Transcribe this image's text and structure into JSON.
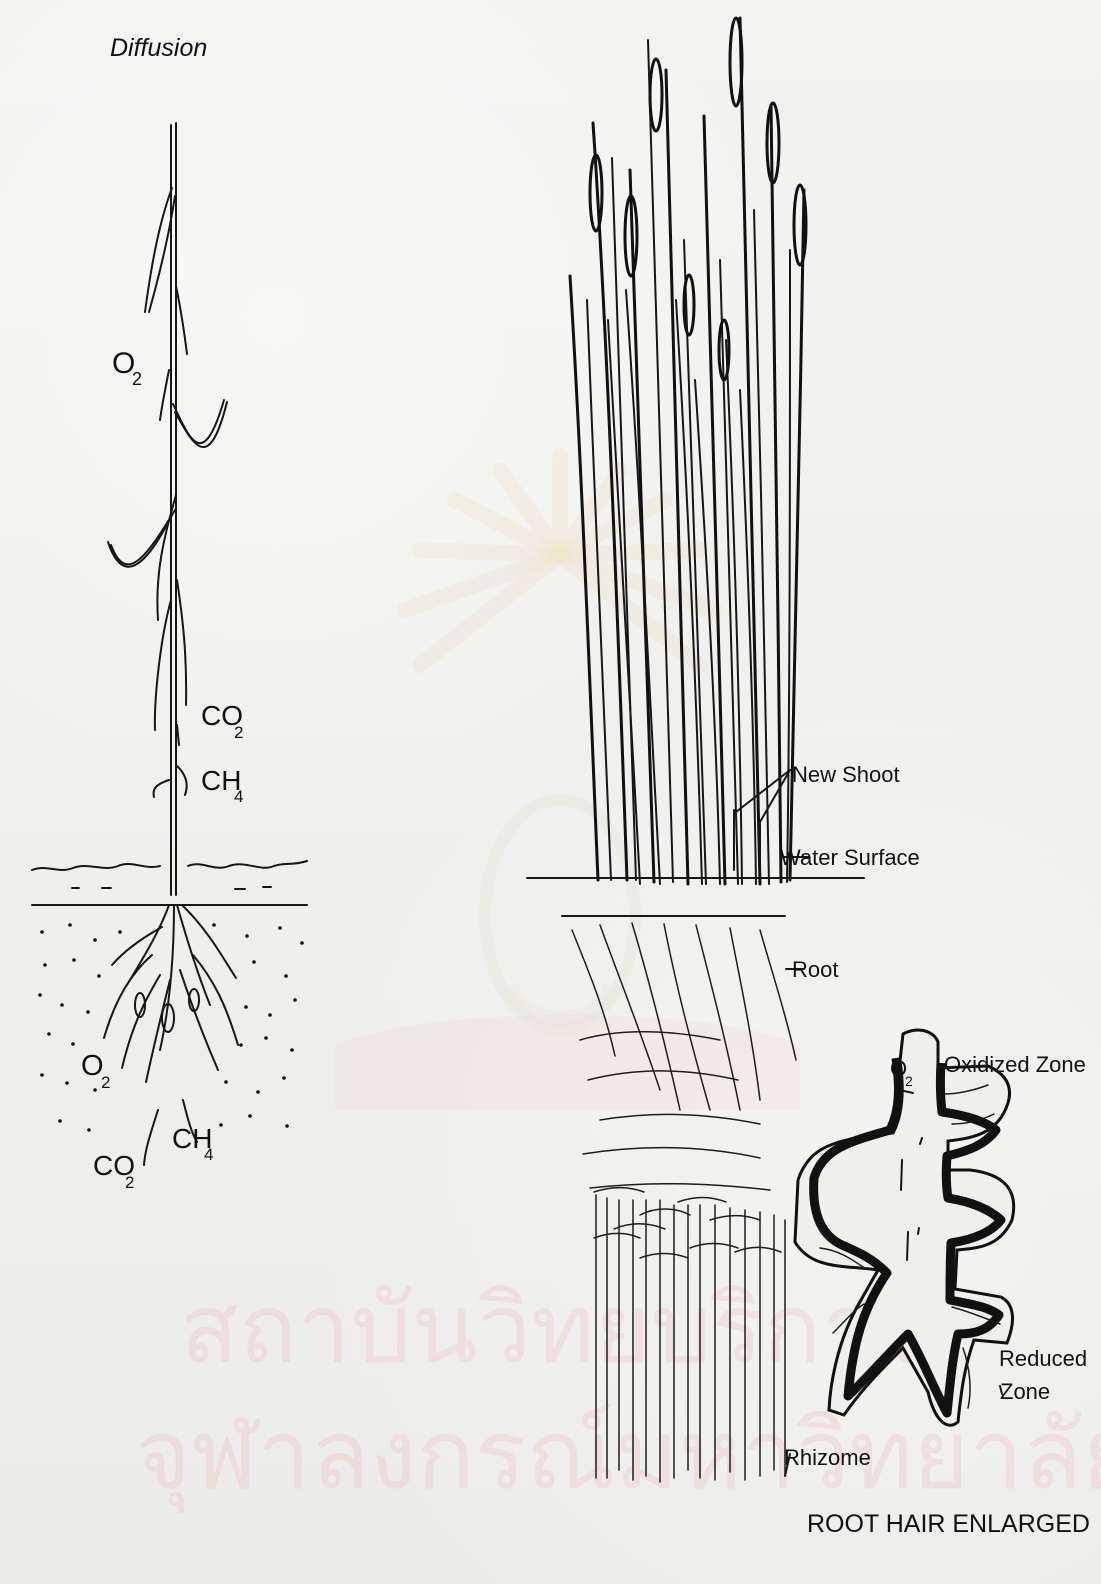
{
  "left_diagram": {
    "title": "Diffusion",
    "labels": {
      "stem_o2": "O",
      "stem_o2_sub": "2",
      "stem_co2": "CO",
      "stem_co2_sub": "2",
      "stem_ch4": "CH",
      "stem_ch4_sub": "4",
      "root_o2": "O",
      "root_o2_sub": "2",
      "root_co2": "CO",
      "root_co2_sub": "2",
      "root_ch4": "CH",
      "root_ch4_sub": "4"
    }
  },
  "right_diagram": {
    "labels": {
      "new_shoot": "New Shoot",
      "water_surface": "Water Surface",
      "root": "Root",
      "rhizome": "Rhizome",
      "oxidized_zone_o": "O",
      "oxidized_zone_sub": "2",
      "oxidized_zone": "Oxidized Zone",
      "reduced_zone_line1": "Reduced",
      "reduced_zone_line2": "Zone",
      "root_hair_enlarged": "ROOT HAIR ENLARGED"
    }
  },
  "watermark": {
    "line1": "สถาบันวิทยบริการ",
    "line2": "จุฬาลงกรณ์มหาวิทยาลัย"
  },
  "colors": {
    "paper": "#f1f1ef",
    "ink": "#111111",
    "watermark_gold": "#e8d8a8",
    "watermark_pink": "#f0b7b7"
  }
}
